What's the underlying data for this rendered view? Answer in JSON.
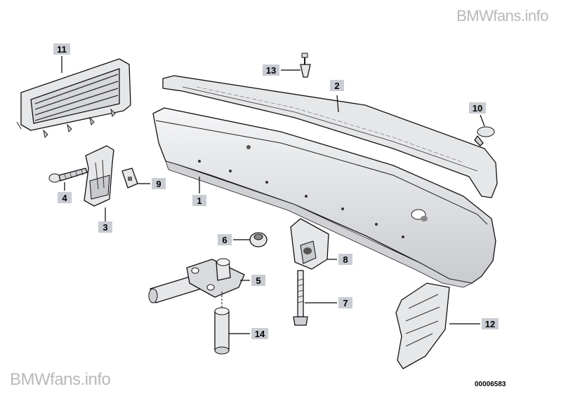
{
  "watermark_top": "BMWfans.info",
  "watermark_bottom": "BMWfans.info",
  "reference_number": "00006583",
  "callouts": [
    {
      "id": "1",
      "label": "1"
    },
    {
      "id": "2",
      "label": "2"
    },
    {
      "id": "3",
      "label": "3"
    },
    {
      "id": "4",
      "label": "4"
    },
    {
      "id": "5",
      "label": "5"
    },
    {
      "id": "6",
      "label": "6"
    },
    {
      "id": "7",
      "label": "7"
    },
    {
      "id": "8",
      "label": "8"
    },
    {
      "id": "9",
      "label": "9"
    },
    {
      "id": "10",
      "label": "10"
    },
    {
      "id": "11",
      "label": "11"
    },
    {
      "id": "12",
      "label": "12"
    },
    {
      "id": "13",
      "label": "13"
    },
    {
      "id": "14",
      "label": "14"
    }
  ],
  "colors": {
    "callout_box": "#c9ccd3",
    "part_fill": "#e8e9eb",
    "part_shade": "#cfd1d5",
    "watermark": "#b9b9b9"
  }
}
